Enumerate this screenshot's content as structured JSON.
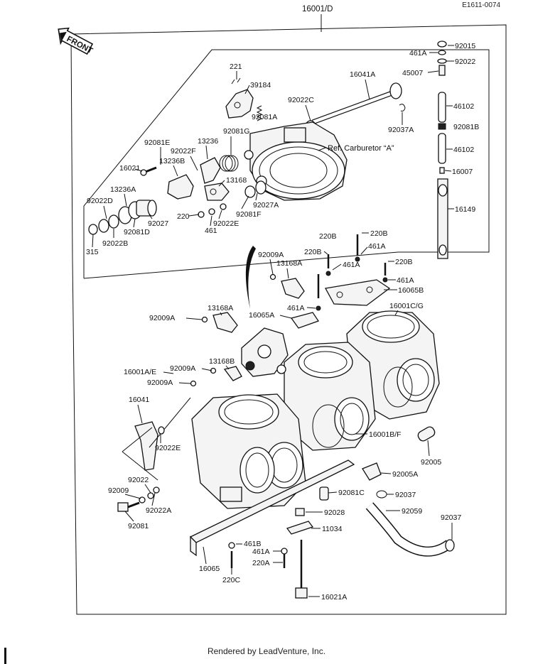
{
  "header": {
    "diagram_code": "E1611-0074",
    "assembly_number": "16001/D",
    "front_label": "FRONT"
  },
  "reference_note": "Ref. Carburetor “A”",
  "callouts": {
    "c221": "221",
    "c39184": "39184",
    "c92022C": "92022C",
    "c16041A": "16041A",
    "c92015": "92015",
    "c461A_top": "461A",
    "c92022_top": "92022",
    "c45007": "45007",
    "c92081A": "92081A",
    "c46102_a": "46102",
    "c92037A": "92037A",
    "c92081B": "92081B",
    "c92081E": "92081E",
    "c92081G": "92081G",
    "c13236": "13236",
    "c92022F": "92022F",
    "c46102_b": "46102",
    "c16021": "16021",
    "c13236B": "13236B",
    "c16007": "16007",
    "c13168_top": "13168",
    "c13236A": "13236A",
    "c16149": "16149",
    "c92022D": "92022D",
    "c92027A": "92027A",
    "c220": "220",
    "c92081F": "92081F",
    "c92027": "92027",
    "c92022E_top": "92022E",
    "c92081D": "92081D",
    "c461": "461",
    "c92022B": "92022B",
    "c315": "315",
    "c220B_a": "220B",
    "c220B_b": "220B",
    "c461A_a": "461A",
    "c92009A_a": "92009A",
    "c220B_c": "220B",
    "c220B_d": "220B",
    "c13168A_a": "13168A",
    "c461A_b": "461A",
    "c461A_c": "461A",
    "c16065B": "16065B",
    "c92009A_b": "92009A",
    "c13168A_b": "13168A",
    "c461A_d": "461A",
    "c16065A": "16065A",
    "c16001CG": "16001C/G",
    "c13168B": "13168B",
    "c16001AE": "16001A/E",
    "c92009A_c": "92009A",
    "c92009A_d": "92009A",
    "c16041": "16041",
    "c16001BF": "16001B/F",
    "c92022E_b": "92022E",
    "c92005": "92005",
    "c92005A": "92005A",
    "c92022_b": "92022",
    "c92009": "92009",
    "c92081C": "92081C",
    "c92037": "92037",
    "c92022A": "92022A",
    "c92028": "92028",
    "c92059": "92059",
    "c92037_b": "92037",
    "c92081": "92081",
    "c11034": "11034",
    "c461B": "461B",
    "c461A_e": "461A",
    "c16065": "16065",
    "c220A": "220A",
    "c220C": "220C",
    "c16021A": "16021A"
  },
  "footer": "Rendered by LeadVenture, Inc."
}
